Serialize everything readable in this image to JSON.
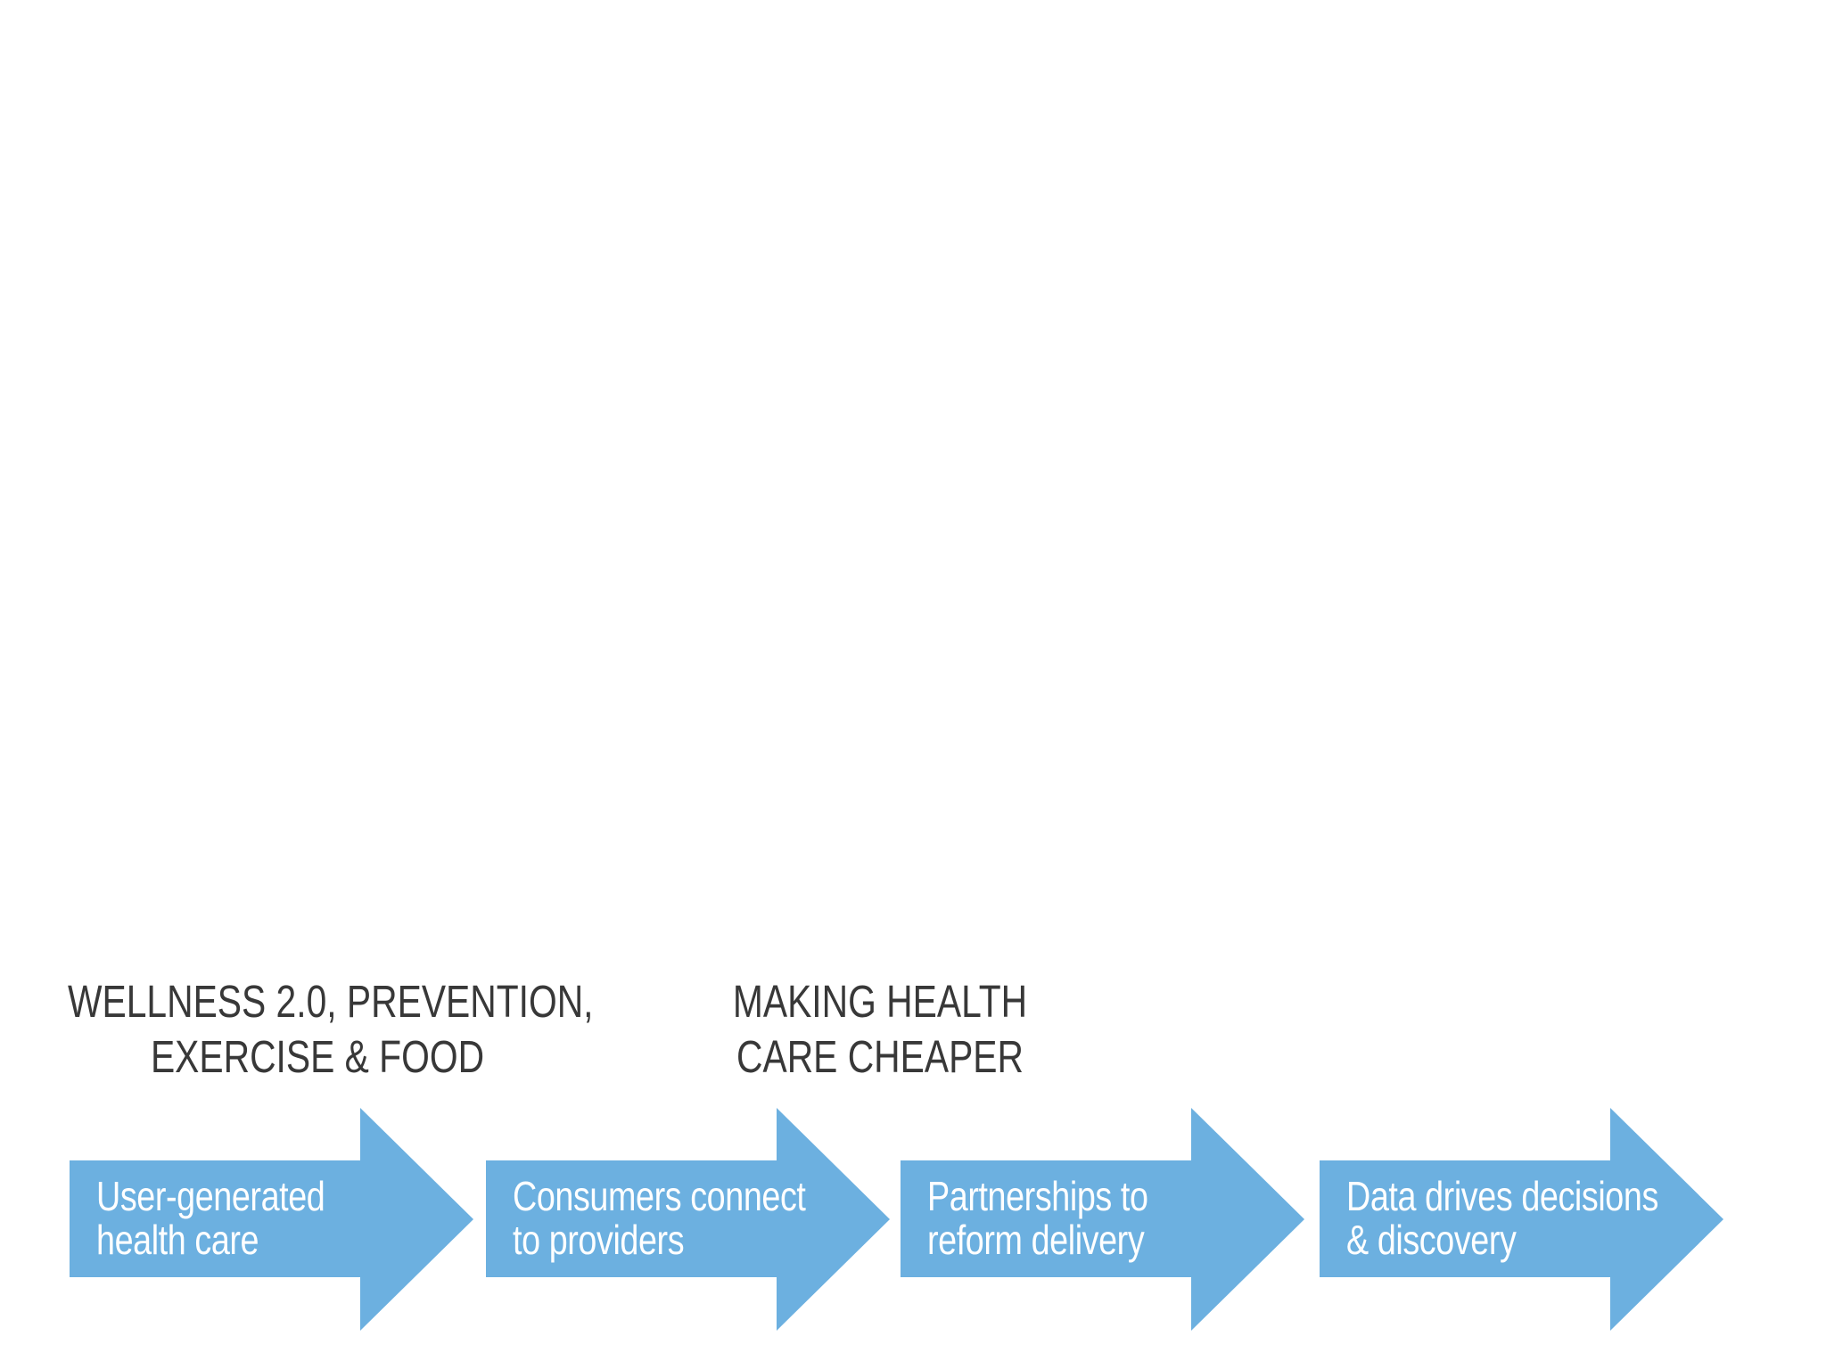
{
  "slide": {
    "colors": {
      "background": "#ffffff",
      "arrow_fill": "#6CB0E0",
      "arrow_text": "#ffffff",
      "heading_text": "#383838"
    },
    "headings": [
      {
        "lines": [
          "WELLNESS 2.0, PREVENTION,",
          "EXERCISE & FOOD"
        ]
      },
      {
        "lines": [
          "MAKING HEALTH",
          "CARE CHEAPER"
        ]
      }
    ],
    "arrows": [
      {
        "lines": [
          "User-generated",
          "health care"
        ]
      },
      {
        "lines": [
          "Consumers connect",
          "to providers"
        ]
      },
      {
        "lines": [
          "Partnerships to",
          "reform delivery"
        ]
      },
      {
        "lines": [
          "Data drives decisions",
          "& discovery"
        ]
      }
    ]
  }
}
